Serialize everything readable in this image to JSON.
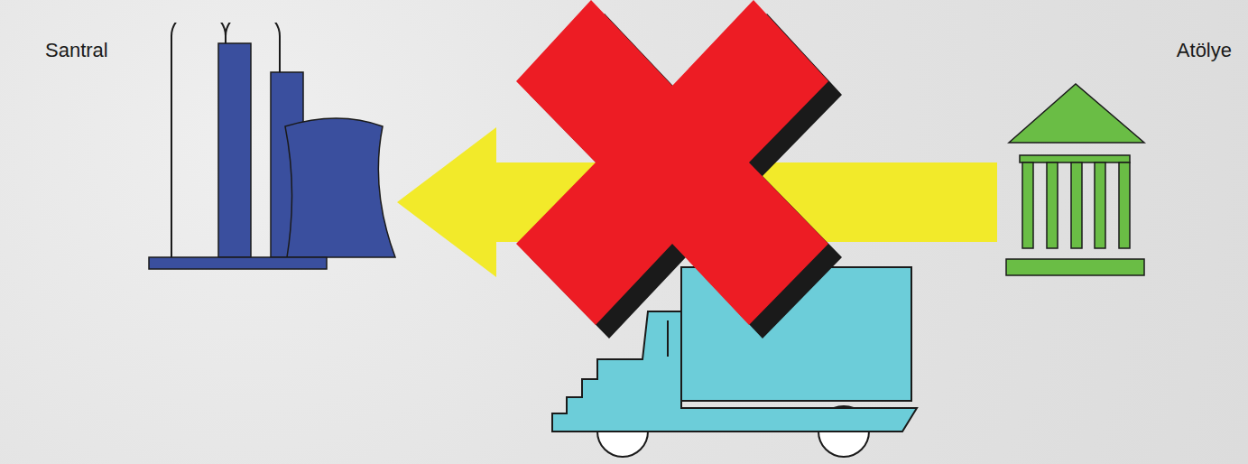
{
  "diagram": {
    "nodes": [
      {
        "text": [
          "Santral"
        ]
      },
      {
        "text": [
          "Atölye"
        ]
      }
    ],
    "edges": [
      {
        "from": 1,
        "to": 0,
        "arrow": "to"
      }
    ]
  }
}
